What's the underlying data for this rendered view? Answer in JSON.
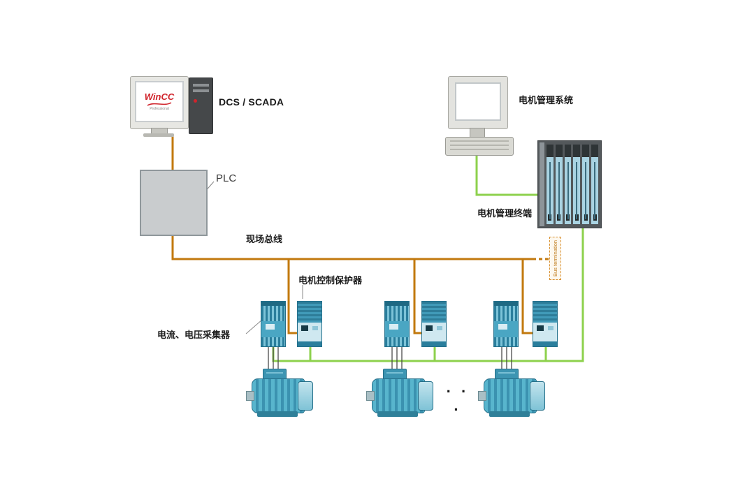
{
  "diagram": {
    "scada": {
      "label": "DCS / SCADA",
      "brand": "WinCC",
      "brand_sub": "Professional"
    },
    "plc": {
      "label": "PLC"
    },
    "fieldbus": {
      "label": "现场总线"
    },
    "motor_mgmt_system": {
      "label": "电机管理系统"
    },
    "motor_mgmt_terminal": {
      "label": "电机管理终端"
    },
    "motor_protector": {
      "label": "电机控制保护器"
    },
    "current_voltage_collector": {
      "label": "电流、电压采集器"
    },
    "bus_termination": {
      "label": "Bus termination"
    },
    "ellipsis": "· · ·"
  },
  "colors": {
    "fieldbus_orange": "#c2790e",
    "network_green": "#8dd14c",
    "device_teal": "#3f9cba",
    "plc_gray": "#c9ccce",
    "wincc_red": "#d0242c"
  }
}
